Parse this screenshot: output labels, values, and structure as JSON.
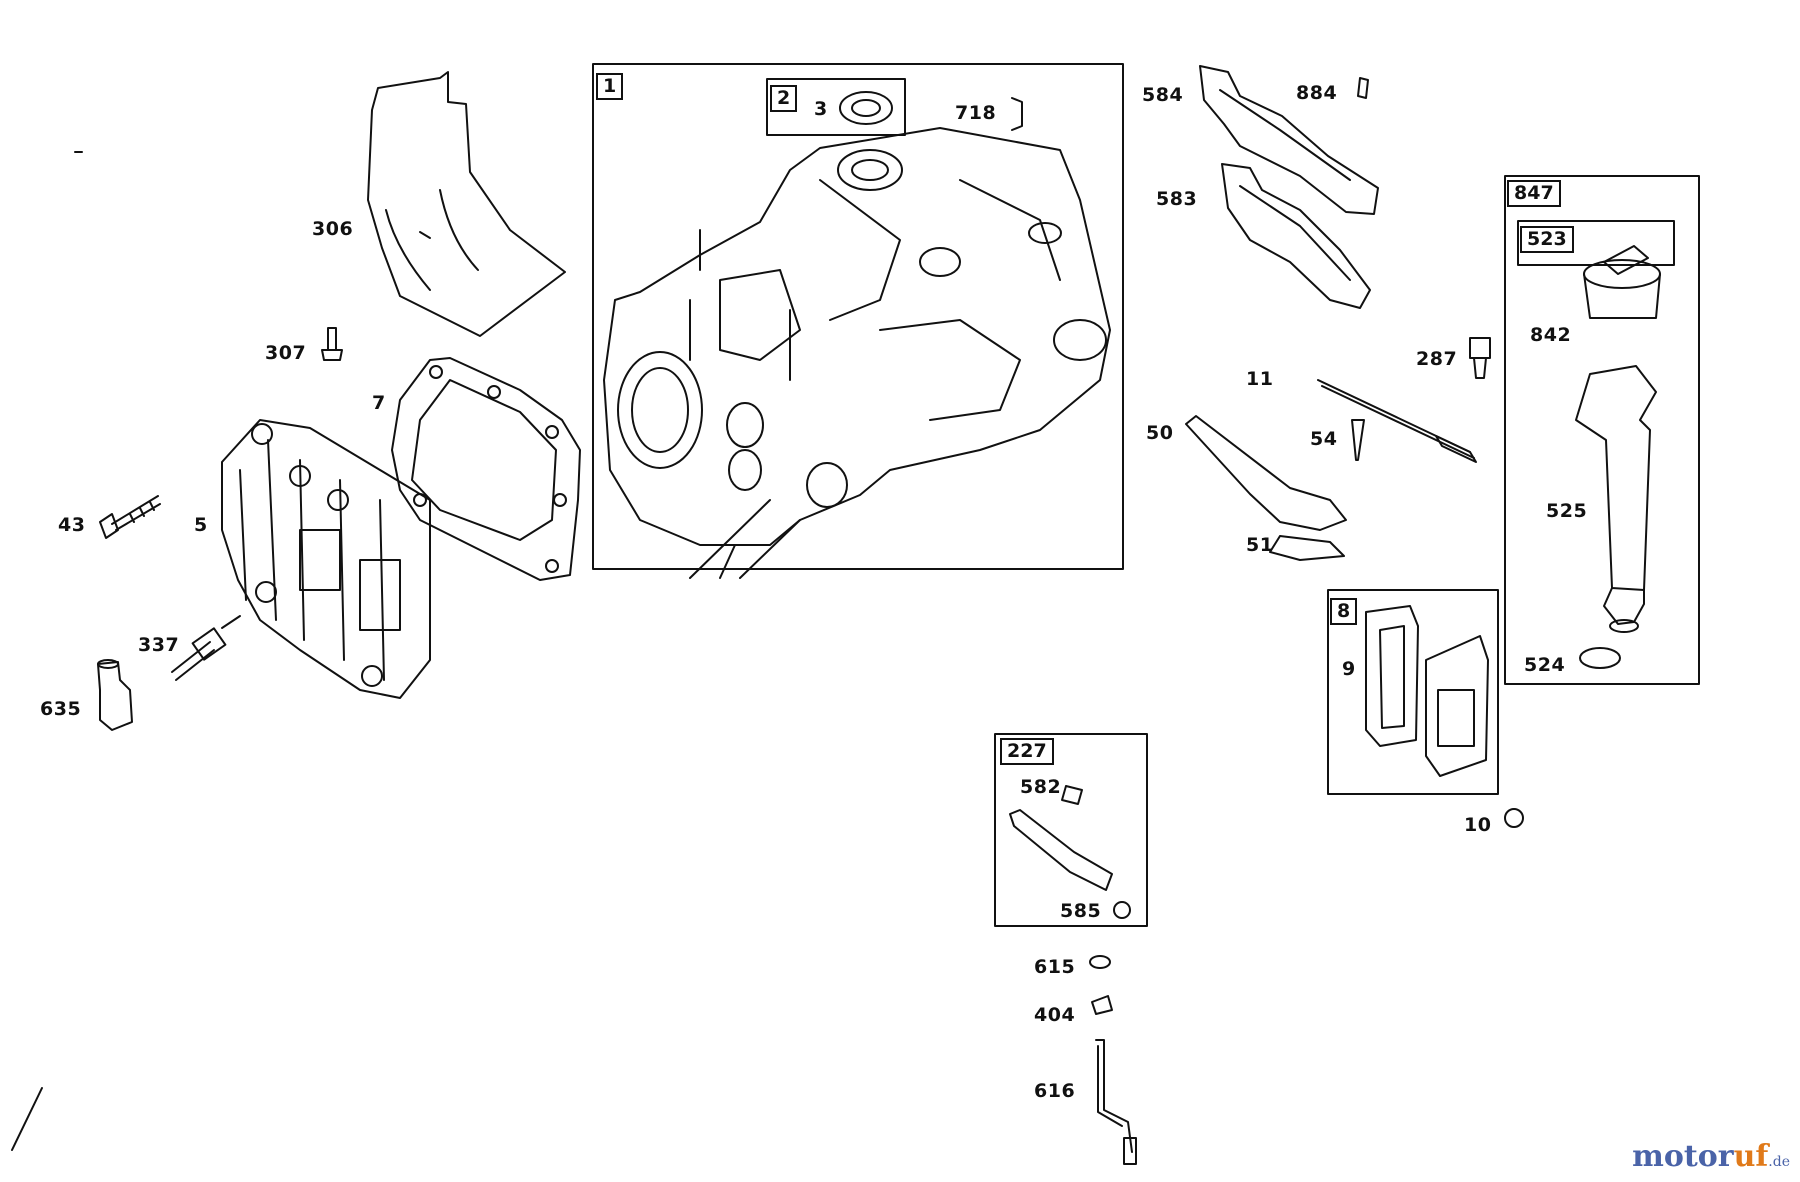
{
  "diagram": {
    "group_labels": {
      "g1": "1",
      "g2": "2",
      "g847": "847",
      "g523": "523",
      "g8": "8",
      "g227": "227"
    },
    "part_labels": {
      "p3": "3",
      "p718": "718",
      "p584": "584",
      "p884": "884",
      "p583": "583",
      "p306": "306",
      "p307": "307",
      "p7": "7",
      "p43": "43",
      "p5": "5",
      "p337": "337",
      "p635": "635",
      "p287": "287",
      "p11": "11",
      "p50": "50",
      "p54": "54",
      "p51": "51",
      "p842": "842",
      "p525": "525",
      "p524": "524",
      "p9": "9",
      "p10": "10",
      "p582": "582",
      "p585": "585",
      "p615": "615",
      "p404": "404",
      "p616": "616"
    }
  },
  "watermark": {
    "brand_main": "motor",
    "brand_accent": "uf",
    "tld": ".de"
  }
}
